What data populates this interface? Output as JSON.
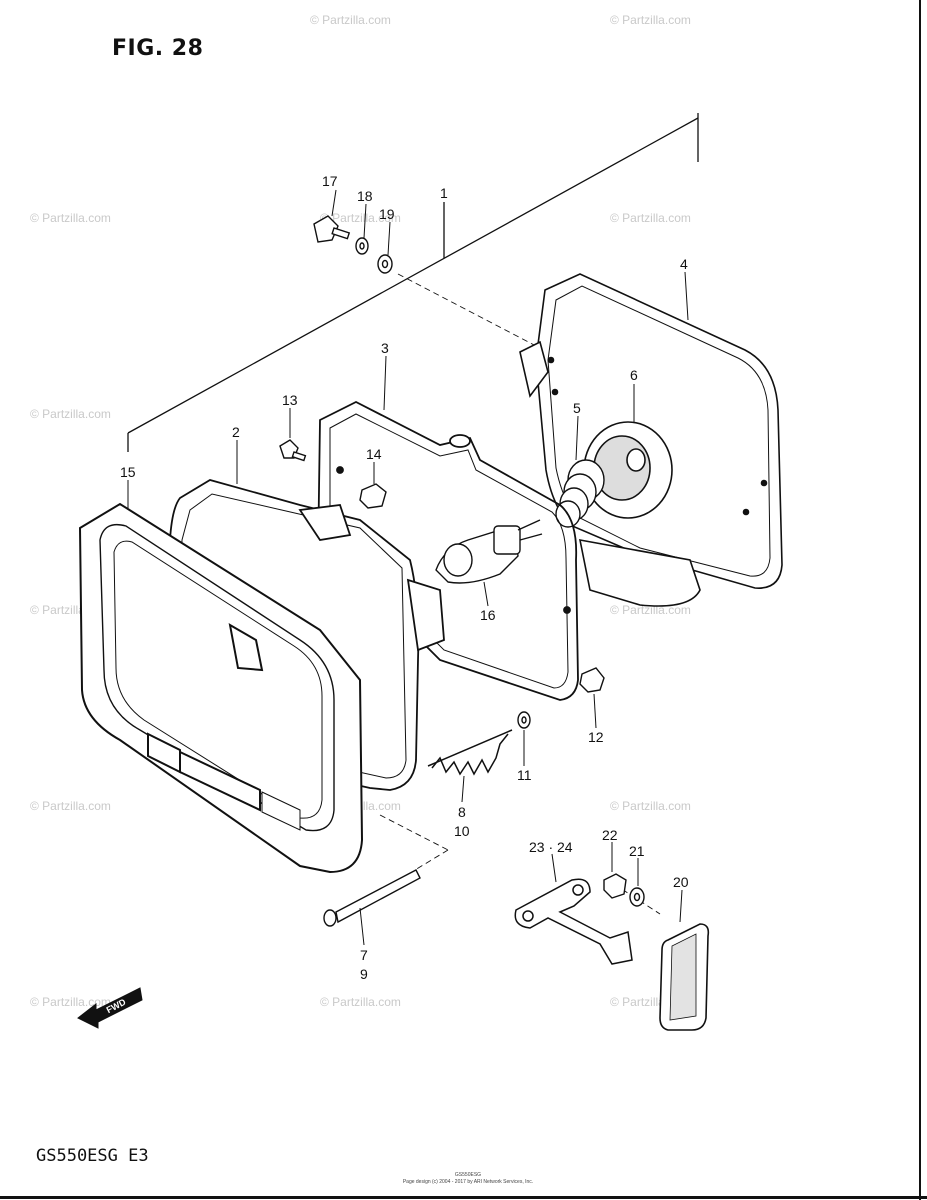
{
  "figure": {
    "title": "FIG. 28",
    "model": "GS550ESG  E3",
    "footer_line1": "GS550ESG",
    "footer_line2": "Page design (c) 2004 - 2017 by ARI Network Services, Inc."
  },
  "watermark": "© Partzilla.com",
  "callouts": [
    {
      "id": "c1",
      "text": "1"
    },
    {
      "id": "c2",
      "text": "2"
    },
    {
      "id": "c3",
      "text": "3"
    },
    {
      "id": "c4",
      "text": "4"
    },
    {
      "id": "c5",
      "text": "5"
    },
    {
      "id": "c6",
      "text": "6"
    },
    {
      "id": "c7",
      "text": "7"
    },
    {
      "id": "c9",
      "text": "9"
    },
    {
      "id": "c8",
      "text": "8"
    },
    {
      "id": "c10",
      "text": "10"
    },
    {
      "id": "c11",
      "text": "11"
    },
    {
      "id": "c12",
      "text": "12"
    },
    {
      "id": "c13",
      "text": "13"
    },
    {
      "id": "c14",
      "text": "14"
    },
    {
      "id": "c15",
      "text": "15"
    },
    {
      "id": "c16",
      "text": "16"
    },
    {
      "id": "c17",
      "text": "17"
    },
    {
      "id": "c18",
      "text": "18"
    },
    {
      "id": "c19",
      "text": "19"
    },
    {
      "id": "c20",
      "text": "20"
    },
    {
      "id": "c21",
      "text": "21"
    },
    {
      "id": "c22",
      "text": "22"
    },
    {
      "id": "c2324",
      "text": "23 · 24"
    }
  ],
  "fwd_label": "FWD"
}
